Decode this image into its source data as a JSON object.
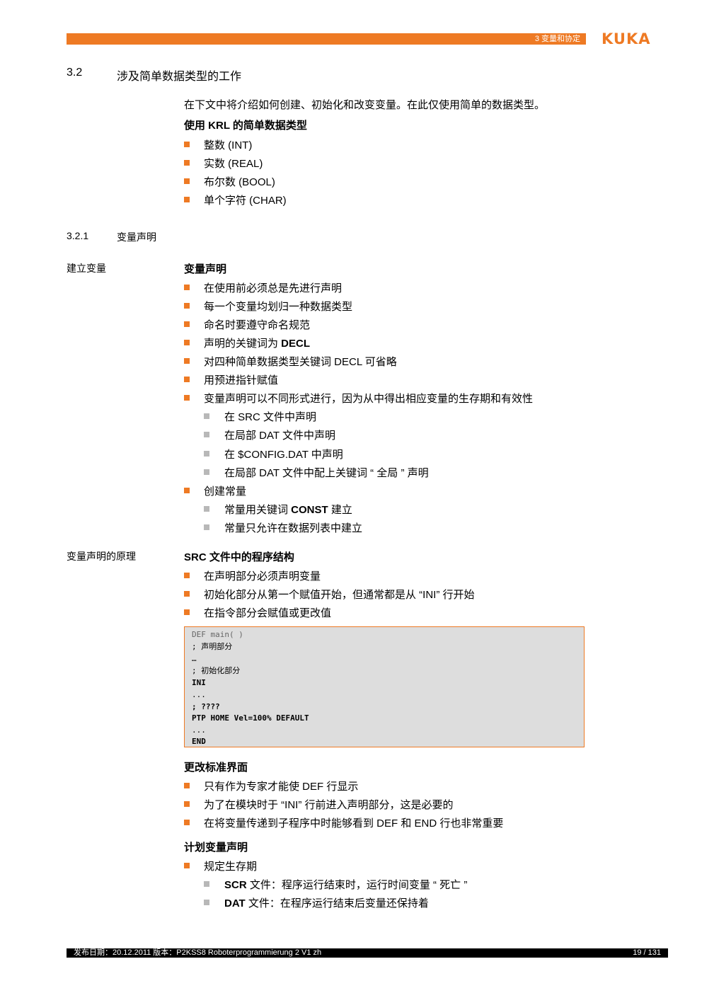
{
  "header": {
    "chapter": "3 变量和协定",
    "logo": "KUKA",
    "accent_color": "#ee7a24"
  },
  "section": {
    "number": "3.2",
    "title": "涉及简单数据类型的工作",
    "intro": "在下文中将介绍如何创建、初始化和改变变量。在此仅使用简单的数据类型。",
    "types_heading": "使用 KRL 的简单数据类型",
    "types": [
      "整数 (INT)",
      "实数 (REAL)",
      "布尔数 (BOOL)",
      "单个字符 (CHAR)"
    ]
  },
  "subsection": {
    "number": "3.2.1",
    "title": "变量声明"
  },
  "create": {
    "margin_label": "建立变量",
    "heading": "变量声明",
    "items": [
      "在使用前必须总是先进行声明",
      "每一个变量均划归一种数据类型",
      "命名时要遵守命名规范"
    ],
    "decl_prefix": "声明的关键词为 ",
    "decl_keyword": "DECL",
    "items2": [
      "对四种简单数据类型关键词 DECL 可省略",
      "用预进指针赋值",
      "变量声明可以不同形式进行，因为从中得出相应变量的生存期和有效性"
    ],
    "sub_items": [
      "在 SRC 文件中声明",
      "在局部 DAT 文件中声明",
      "在 $CONFIG.DAT 中声明",
      "在局部 DAT 文件中配上关键词 “ 全局 ” 声明"
    ],
    "const_item": "创建常量",
    "const_prefix": "常量用关键词 ",
    "const_keyword": "CONST",
    "const_suffix": " 建立",
    "const_sub2": "常量只允许在数据列表中建立"
  },
  "principle": {
    "margin_label": "变量声明的原理",
    "heading": "SRC 文件中的程序结构",
    "items": [
      "在声明部分必须声明变量",
      "初始化部分从第一个赋值开始，但通常都是从 “INI” 行开始",
      "在指令部分会赋值或更改值"
    ],
    "code": [
      "DEF main( )",
      "; 声明部分",
      "…",
      "; 初始化部分",
      "INI",
      "...",
      "; ????",
      "PTP HOME Vel=100% DEFAULT",
      "...",
      "END"
    ]
  },
  "change": {
    "heading": "更改标准界面",
    "items": [
      "只有作为专家才能使 DEF 行显示",
      "为了在模块时于 “INI” 行前进入声明部分，这是必要的",
      "在将变量传递到子程序中时能够看到 DEF 和 END 行也非常重要"
    ]
  },
  "plan": {
    "heading": "计划变量声明",
    "item": "规定生存期",
    "scr_keyword": "SCR",
    "scr_text": " 文件：程序运行结束时，运行时间变量 “ 死亡 ”",
    "dat_keyword": "DAT",
    "dat_text": " 文件：在程序运行结束后变量还保持着"
  },
  "footer": {
    "left": "发布日期：20.12.2011 版本：P2KSS8 Roboterprogrammierung 2 V1 zh",
    "page": "19 / 131"
  }
}
